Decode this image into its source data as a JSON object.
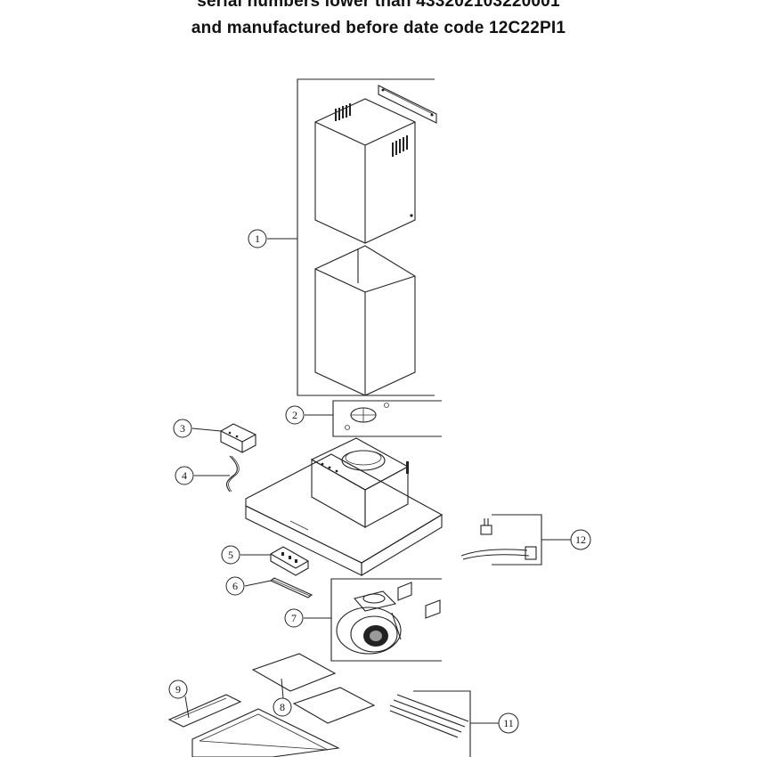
{
  "header": {
    "line1": "serial numbers lower than 433202103220001",
    "line2": "and manufactured before date code 12C22PI1"
  },
  "callouts": [
    "1",
    "2",
    "3",
    "4",
    "5",
    "6",
    "7",
    "8",
    "9",
    "11",
    "12"
  ]
}
